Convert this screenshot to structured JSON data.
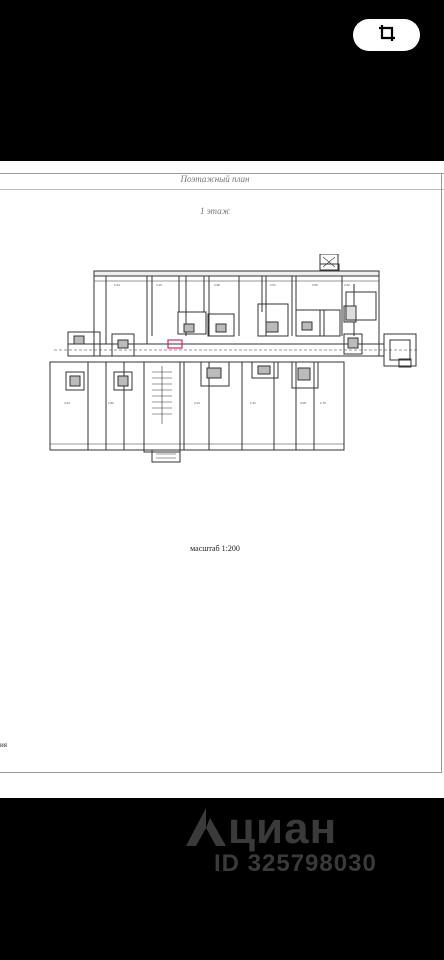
{
  "toolbar": {
    "crop_icon": "crop-icon"
  },
  "document": {
    "sheet_title": "Поэтажный план",
    "floor_label": "1 этаж",
    "scale_label": "масштаб 1:200",
    "edge_text": "ия"
  },
  "watermark": {
    "brand": "циан",
    "listing_id": "ID 325798030"
  },
  "colors": {
    "background": "#000000",
    "sheet": "#ffffff",
    "plan_lines": "#333333",
    "highlight": "#e0245e"
  }
}
